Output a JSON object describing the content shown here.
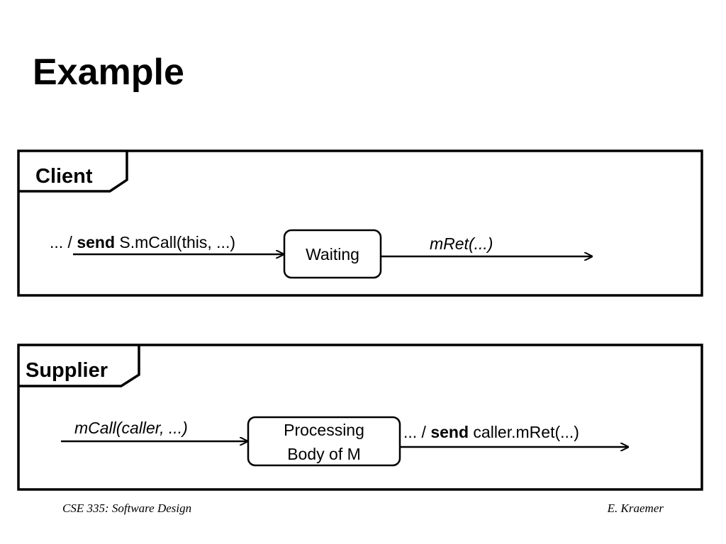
{
  "title": "Example",
  "client": {
    "label": "Client",
    "entry_transition": {
      "prefix": "... / ",
      "keyword": "send",
      "rest": " S.mCall(this, ...)"
    },
    "state": "Waiting",
    "exit_transition": "mRet(...)"
  },
  "supplier": {
    "label": "Supplier",
    "entry_transition": "mCall(caller, ...)",
    "state_line1": "Processing",
    "state_line2": "Body of M",
    "exit_transition": {
      "prefix": "... / ",
      "keyword": "send",
      "rest": " caller.mRet(...)"
    }
  },
  "footer": {
    "left": "CSE 335: Software Design",
    "right": "E. Kraemer"
  }
}
